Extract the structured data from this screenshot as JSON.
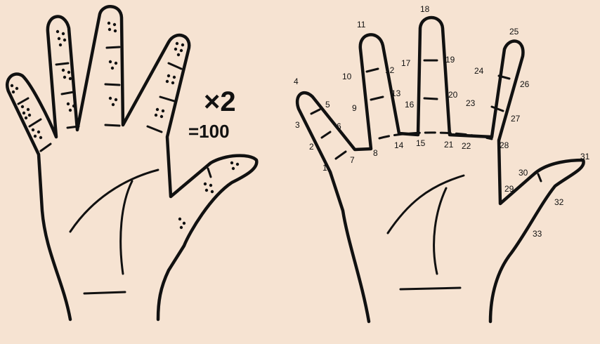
{
  "annotation": {
    "multiplier": "×2",
    "result": "=100"
  },
  "segment_numbers": [
    "1",
    "2",
    "3",
    "4",
    "5",
    "6",
    "7",
    "8",
    "9",
    "10",
    "11",
    "12",
    "13",
    "14",
    "15",
    "16",
    "17",
    "18",
    "19",
    "20",
    "21",
    "22",
    "23",
    "24",
    "25",
    "26",
    "27",
    "28",
    "29",
    "30",
    "31",
    "32",
    "33"
  ],
  "dot_groups_per_segment": [
    {
      "finger": "little",
      "segments": [
        3,
        5,
        4
      ]
    },
    {
      "finger": "ring",
      "segments": [
        5,
        4,
        3
      ]
    },
    {
      "finger": "middle",
      "segments": [
        4,
        3,
        3
      ]
    },
    {
      "finger": "index",
      "segments": [
        5,
        4,
        4
      ]
    },
    {
      "finger": "thumb",
      "segments": [
        3,
        4,
        3
      ]
    }
  ],
  "colors": {
    "background": "#f6e3d2",
    "ink": "#111111"
  }
}
